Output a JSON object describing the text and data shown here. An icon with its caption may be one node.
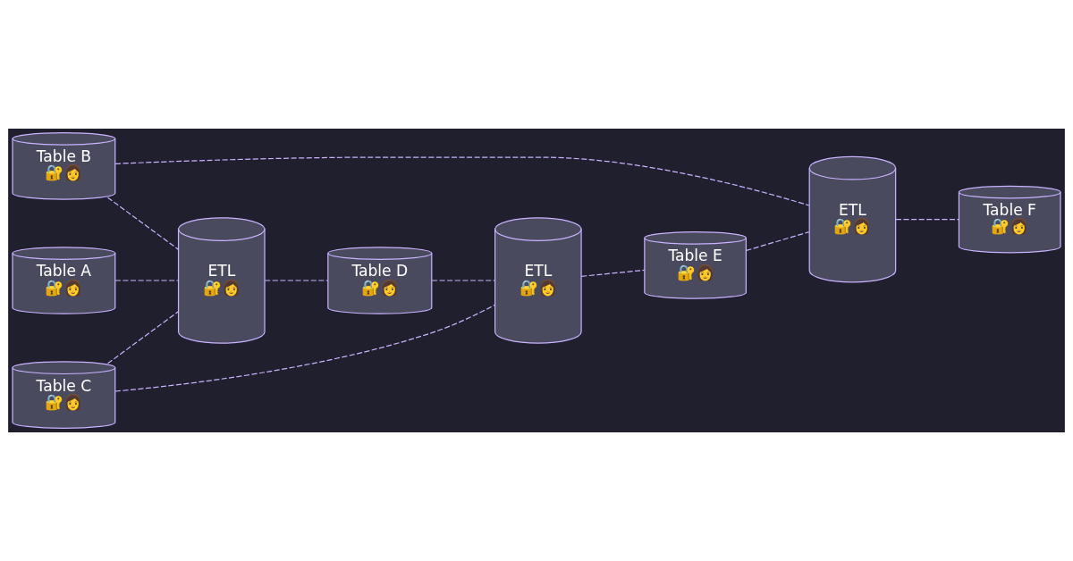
{
  "diagram": {
    "nodes": [
      {
        "text": [
          "Table B",
          "🔐👩"
        ]
      },
      {
        "text": [
          "Table A",
          "🔐👩"
        ]
      },
      {
        "text": [
          "Table C",
          "🔐👩"
        ]
      },
      {
        "text": [
          "ETL",
          "🔐👩"
        ]
      },
      {
        "text": [
          "Table D",
          "🔐👩"
        ]
      },
      {
        "text": [
          "ETL",
          "🔐👩"
        ]
      },
      {
        "text": [
          "Table E",
          "🔐👩"
        ]
      },
      {
        "text": [
          "ETL",
          "🔐👩"
        ]
      },
      {
        "text": [
          "Table F",
          "🔐👩"
        ]
      }
    ],
    "edges": [
      {
        "from": 0,
        "to": 3,
        "arrow": "none",
        "style": "dashed"
      },
      {
        "from": 1,
        "to": 3,
        "arrow": "none",
        "style": "dashed"
      },
      {
        "from": 2,
        "to": 3,
        "arrow": "none",
        "style": "dashed"
      },
      {
        "from": 3,
        "to": 4,
        "arrow": "none",
        "style": "dashed"
      },
      {
        "from": 4,
        "to": 5,
        "arrow": "none",
        "style": "dashed"
      },
      {
        "from": 2,
        "to": 5,
        "arrow": "none",
        "style": "dashed"
      },
      {
        "from": 5,
        "to": 6,
        "arrow": "none",
        "style": "dashed"
      },
      {
        "from": 6,
        "to": 7,
        "arrow": "none",
        "style": "dashed"
      },
      {
        "from": 0,
        "to": 7,
        "arrow": "none",
        "style": "dashed"
      },
      {
        "from": 7,
        "to": 8,
        "arrow": "none",
        "style": "dashed"
      }
    ]
  }
}
